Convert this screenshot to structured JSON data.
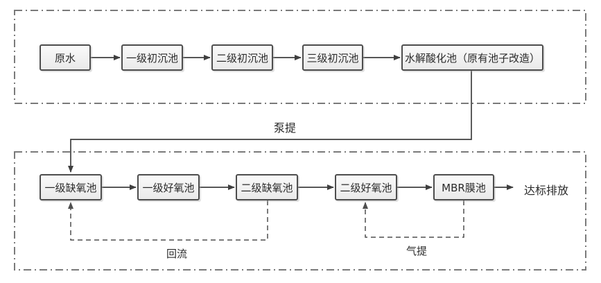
{
  "stage1": {
    "nodes": [
      {
        "label": "原水"
      },
      {
        "label": "一级初沉池"
      },
      {
        "label": "二级初沉池"
      },
      {
        "label": "三级初沉池"
      },
      {
        "label": "水解酸化池（原有池子改造）"
      }
    ]
  },
  "stage2": {
    "nodes": [
      {
        "label": "一级缺氧池"
      },
      {
        "label": "一级好氧池"
      },
      {
        "label": "二级缺氧池"
      },
      {
        "label": "二级好氧池"
      },
      {
        "label": "MBR膜池"
      }
    ]
  },
  "flow_labels": {
    "pump_lift": "泵提",
    "reflux": "回流",
    "air_lift": "气提",
    "discharge": "达标排放"
  },
  "colors": {
    "node_border": "#4d4d4d",
    "node_fill": "#f2f2f2",
    "connector_solid": "#3f3f3f",
    "connector_dashed": "#4f4f4f",
    "container_border": "#7a7a7a",
    "text": "#2b2b2b",
    "background": "#ffffff"
  }
}
